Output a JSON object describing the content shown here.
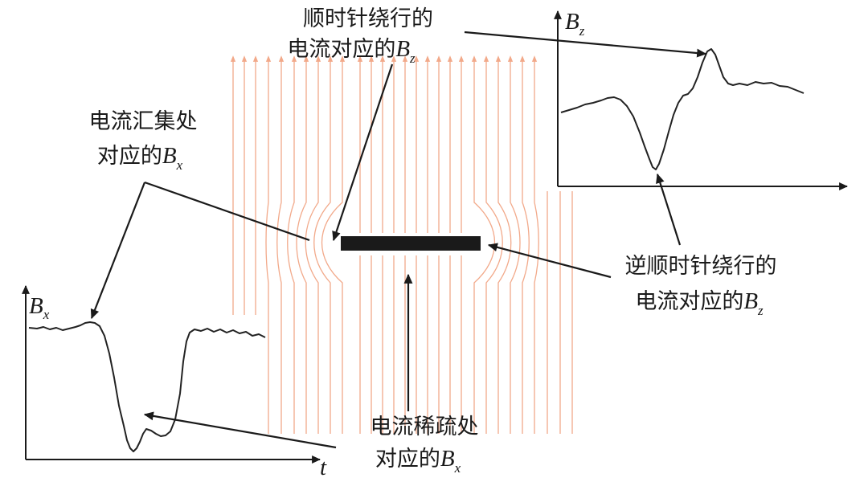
{
  "labels": {
    "top_line1": "顺时针绕行的",
    "top_line2_prefix": "电流对应的",
    "left_line1": "电流汇集处",
    "left_line2_prefix": "对应的",
    "right_line1": "逆顺时针绕行的",
    "right_line2_prefix": "电流对应的",
    "bottom_line1": "电流稀疏处",
    "bottom_line2_prefix": "对应的"
  },
  "symbols": {
    "B": "B",
    "x": "x",
    "z": "z",
    "t": "t"
  },
  "colors": {
    "field_lines": "#f2a98a",
    "defect_bar": "#1a1a1a",
    "trace": "#222222"
  }
}
